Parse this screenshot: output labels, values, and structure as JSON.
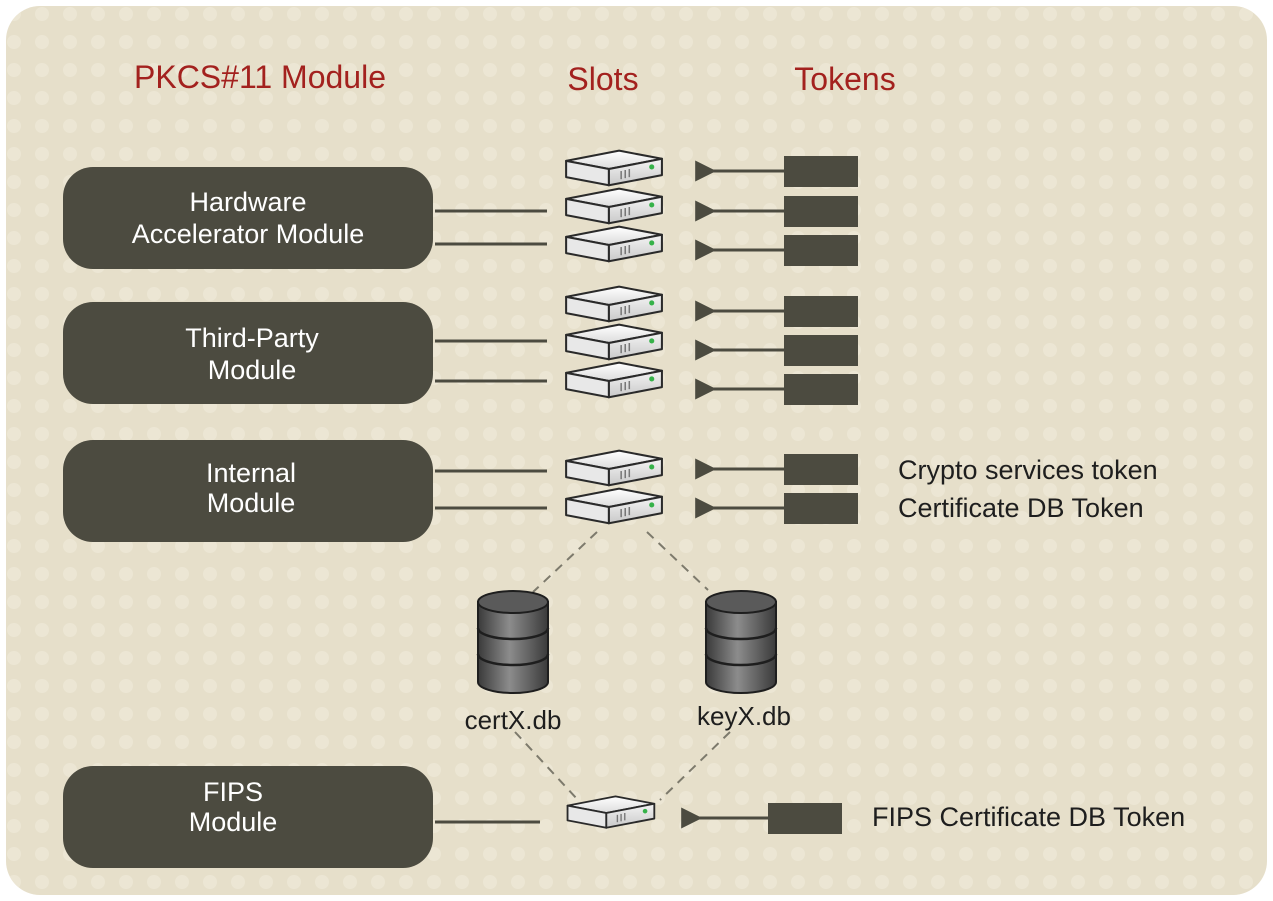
{
  "headers": {
    "module": "PKCS#11 Module",
    "slots": "Slots",
    "tokens": "Tokens"
  },
  "modules": [
    {
      "line1": "Hardware",
      "line2": "Accelerator Module"
    },
    {
      "line1": "Third-Party",
      "line2": "Module"
    },
    {
      "line1": "Internal",
      "line2": "Module"
    },
    {
      "line1": "FIPS",
      "line2": "Module"
    }
  ],
  "token_labels": {
    "crypto": "Crypto services token",
    "certdb": "Certificate DB Token",
    "fips": "FIPS Certificate DB Token"
  },
  "databases": {
    "cert": "certX.db",
    "key": "keyX.db"
  },
  "colors": {
    "background": "#e6dfca",
    "dots": "#efeadb",
    "module_fill": "#4c4b40",
    "header_text": "#a3211e",
    "token_fill": "#4c4b40",
    "arrow": "#4c4b40",
    "dashed": "#8a8778"
  },
  "icons": {
    "slot": "server-icon",
    "database": "database-icon",
    "arrow": "arrow-left-icon"
  }
}
